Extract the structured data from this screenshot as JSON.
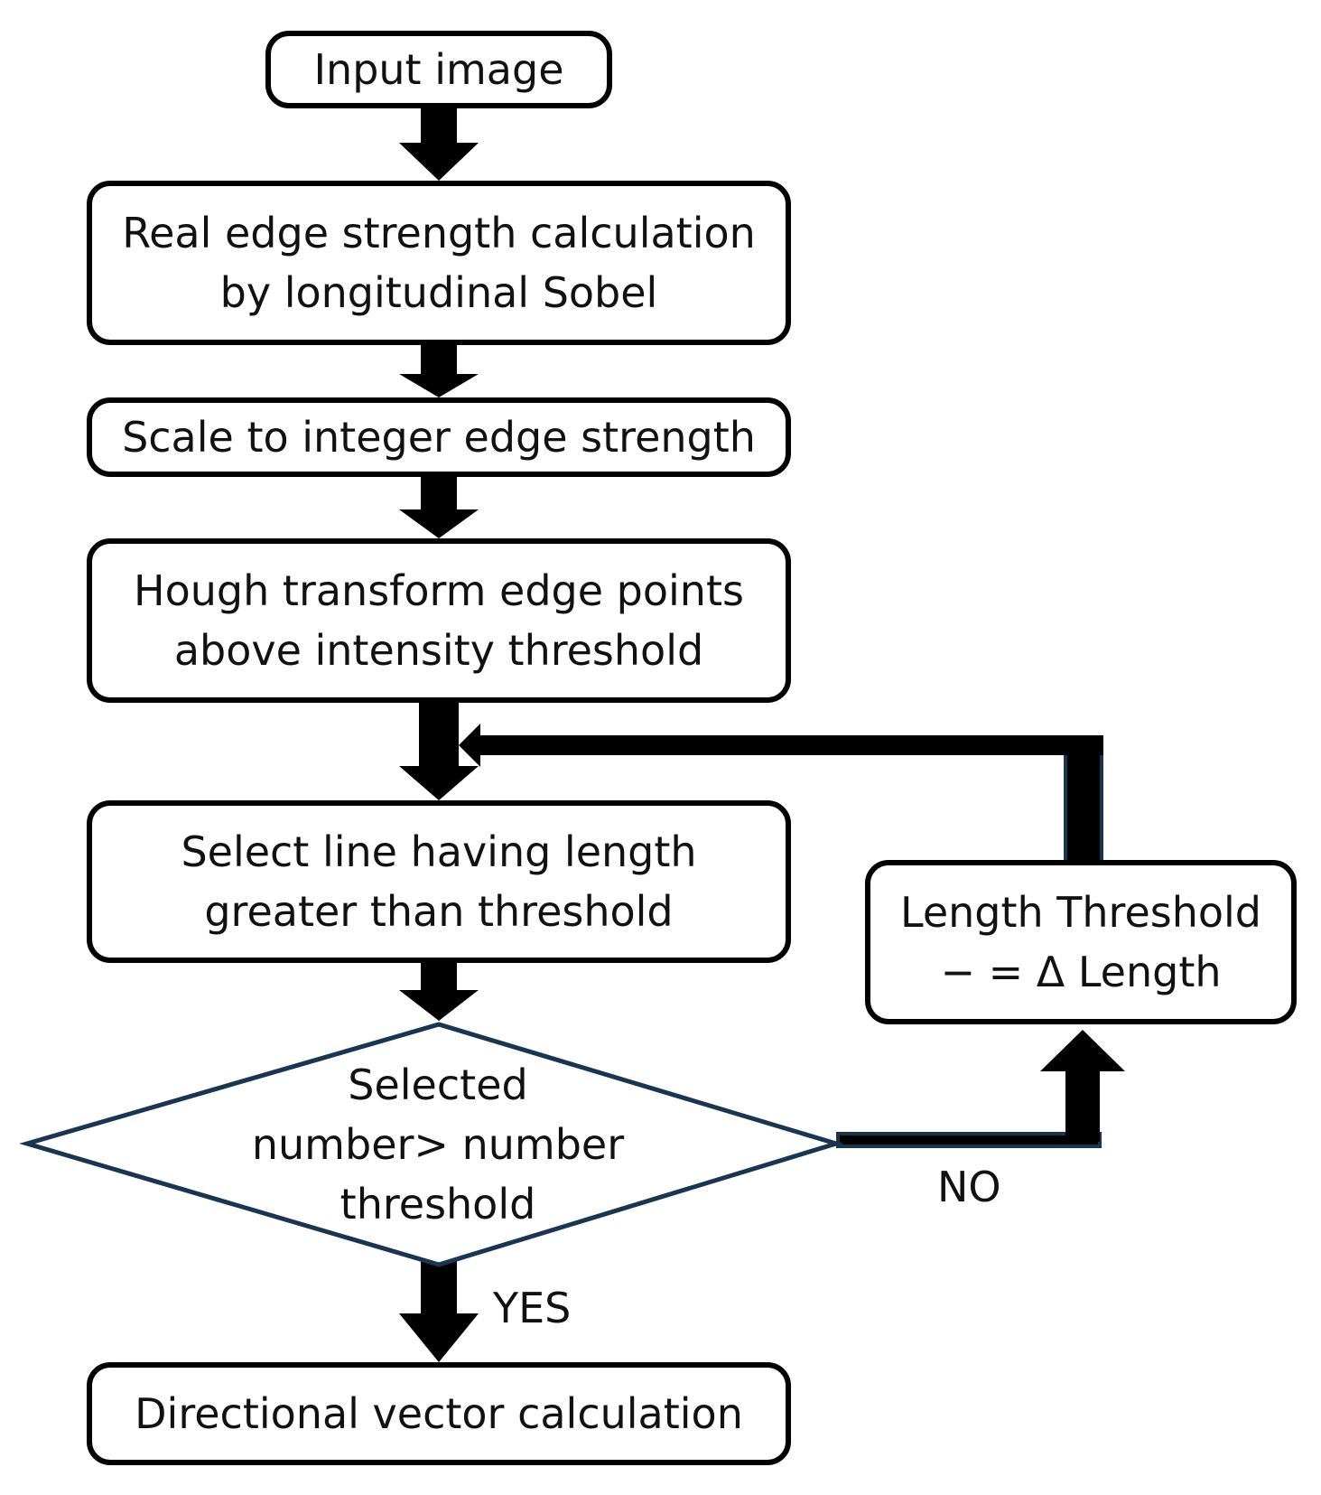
{
  "nodes": {
    "input": {
      "line1": "Input image"
    },
    "real_edge": {
      "line1": "Real edge strength calculation",
      "line2": "by longitudinal Sobel"
    },
    "scale": {
      "line1": "Scale to integer edge strength"
    },
    "hough": {
      "line1": "Hough transform edge points",
      "line2": "above intensity threshold"
    },
    "select": {
      "line1": "Select line having length",
      "line2": "greater than threshold"
    },
    "decision": {
      "line1": "Selected",
      "line2": "number> number",
      "line3": "threshold"
    },
    "length_update": {
      "line1": "Length Threshold",
      "line2": "− = Δ Length"
    },
    "directional": {
      "line1": "Directional vector calculation"
    }
  },
  "branches": {
    "no_label": "NO",
    "yes_label": "YES"
  },
  "colors": {
    "stroke": "#000000",
    "decision_stroke": "#1a3550",
    "background": "#ffffff"
  }
}
